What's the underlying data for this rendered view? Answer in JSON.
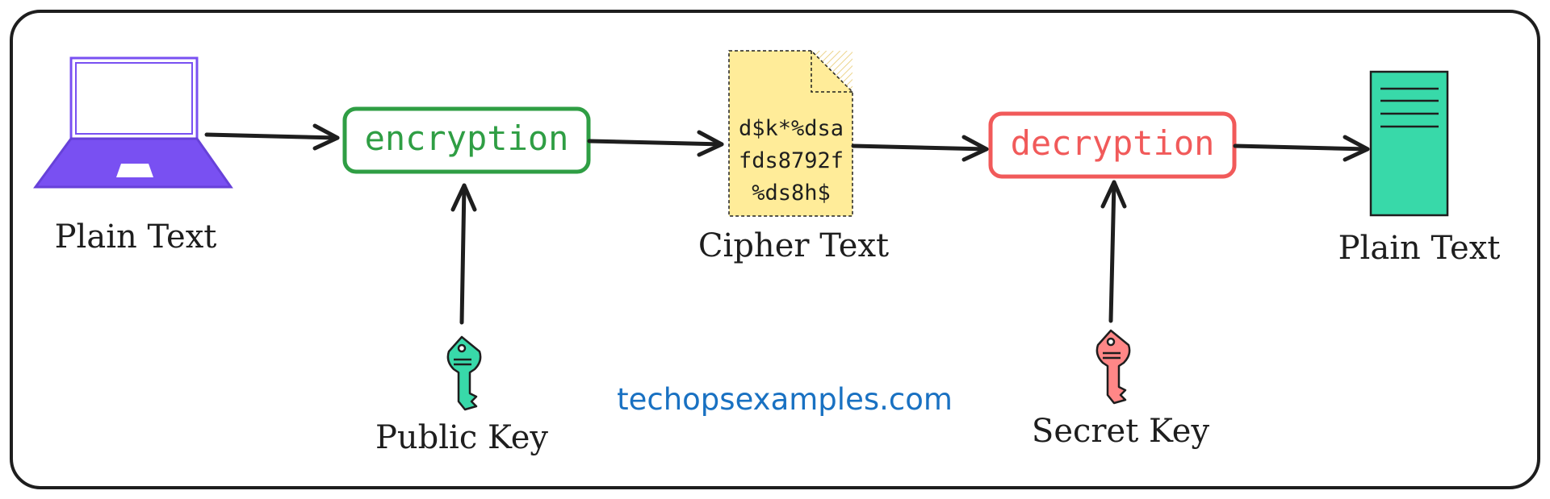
{
  "nodes": {
    "plain_text_in": {
      "label": "Plain Text"
    },
    "encryption": {
      "label": "encryption"
    },
    "cipher_text": {
      "label": "Cipher Text",
      "content": [
        "d$k*%dsa",
        "fds8792f",
        "%ds8h$"
      ]
    },
    "decryption": {
      "label": "decryption"
    },
    "plain_text_out": {
      "label": "Plain Text"
    }
  },
  "keys": {
    "public": {
      "label": "Public Key"
    },
    "secret": {
      "label": "Secret Key"
    }
  },
  "watermark": "techopsexamples.com",
  "colors": {
    "laptop": "#7950f2",
    "laptop_stroke": "#6741d9",
    "encryption": "#2f9e44",
    "decryption": "#f15a5a",
    "cipher_doc_fill": "#ffec99",
    "document_fill": "#38d9a9",
    "public_key": "#38d9a9",
    "secret_key": "#ff8787",
    "watermark": "#1971c2",
    "stroke": "#1e1e1e"
  },
  "icons": {
    "source": "laptop-icon",
    "cipher": "document-icon",
    "result": "document-icon",
    "public_key": "key-icon",
    "secret_key": "key-icon"
  }
}
